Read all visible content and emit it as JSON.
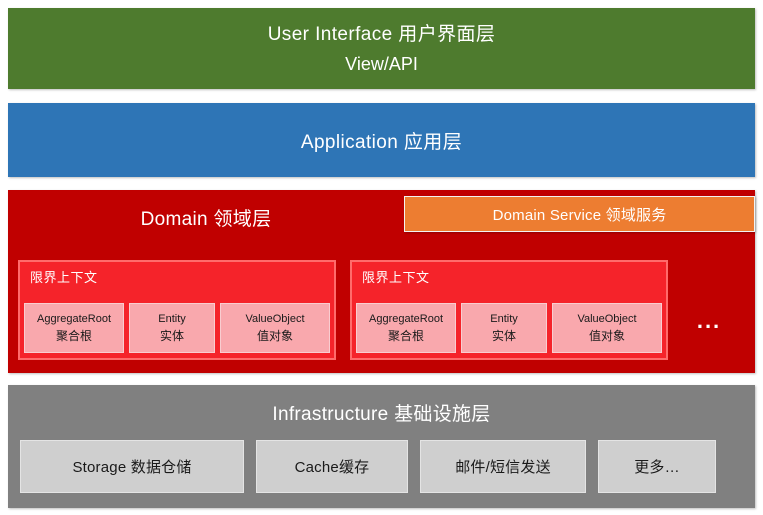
{
  "diagram": {
    "title": "DDD Layered Architecture",
    "colors": {
      "ui_layer": "#4e7b2e",
      "application_layer": "#2e75b6",
      "domain_layer": "#c00000",
      "domain_service": "#ed7d31",
      "bounded_context": "#f5232a",
      "bounded_context_item": "#f9a8ad",
      "infrastructure_layer": "#808080",
      "infrastructure_item": "#cfcfcf",
      "text_on_dark": "#ffffff",
      "text_on_light": "#1a1a1a"
    },
    "layers": {
      "ui": {
        "line1": "User Interface 用户界面层",
        "line2": "View/API"
      },
      "application": {
        "line1": "Application  应用层"
      },
      "domain": {
        "title": "Domain 领域层",
        "service_label": "Domain Service 领域服务",
        "ellipsis": "...",
        "bounded_contexts": [
          {
            "title": "限界上下文",
            "items": [
              {
                "en": "AggregateRoot",
                "zh": "聚合根"
              },
              {
                "en": "Entity",
                "zh": "实体"
              },
              {
                "en": "ValueObject",
                "zh": "值对象"
              }
            ]
          },
          {
            "title": "限界上下文",
            "items": [
              {
                "en": "AggregateRoot",
                "zh": "聚合根"
              },
              {
                "en": "Entity",
                "zh": "实体"
              },
              {
                "en": "ValueObject",
                "zh": "值对象"
              }
            ]
          }
        ]
      },
      "infrastructure": {
        "title": "Infrastructure  基础设施层",
        "items": [
          {
            "label": "Storage 数据仓储"
          },
          {
            "label": "Cache缓存"
          },
          {
            "label": "邮件/短信发送"
          },
          {
            "label": "更多…"
          }
        ]
      }
    }
  }
}
